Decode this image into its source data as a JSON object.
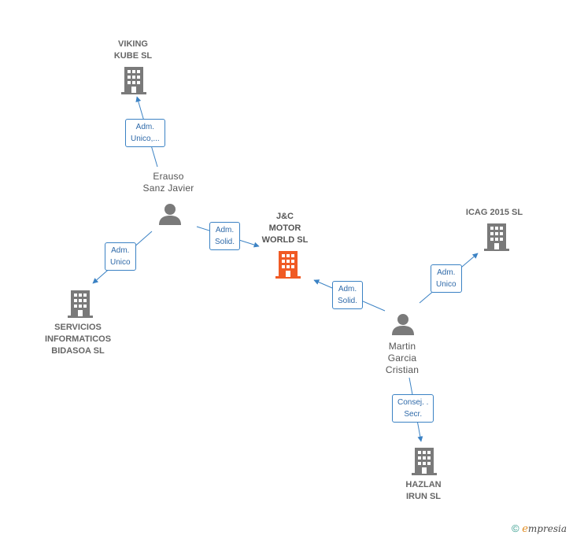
{
  "nodes": {
    "viking": {
      "label": "VIKING\nKUBE  SL",
      "type": "company"
    },
    "servicios": {
      "label": "SERVICIOS\nINFORMATICOS\nBIDASOA  SL",
      "type": "company"
    },
    "jc_motor": {
      "label": "J&C\nMOTOR\nWORLD  SL",
      "type": "company-focus"
    },
    "icag": {
      "label": "ICAG 2015  SL",
      "type": "company"
    },
    "hazlan": {
      "label": "HAZLAN\nIRUN  SL",
      "type": "company"
    },
    "erauso": {
      "label": "Erauso\nSanz Javier",
      "type": "person"
    },
    "martin": {
      "label": "Martin\nGarcia\nCristian",
      "type": "person"
    }
  },
  "edges": {
    "erauso_viking": "Adm.\nUnico,...",
    "erauso_servicios": "Adm.\nUnico",
    "erauso_jc": "Adm.\nSolid.",
    "martin_jc": "Adm.\nSolid.",
    "martin_icag": "Adm.\nUnico",
    "martin_hazlan": "Consej. .\nSecr."
  },
  "colors": {
    "company_icon": "#7a7a7a",
    "focus_icon": "#f05a24",
    "edge": "#3b82c4"
  },
  "footer": {
    "copyright": "©",
    "brand_initial": "e",
    "brand_rest": "mpresia"
  }
}
